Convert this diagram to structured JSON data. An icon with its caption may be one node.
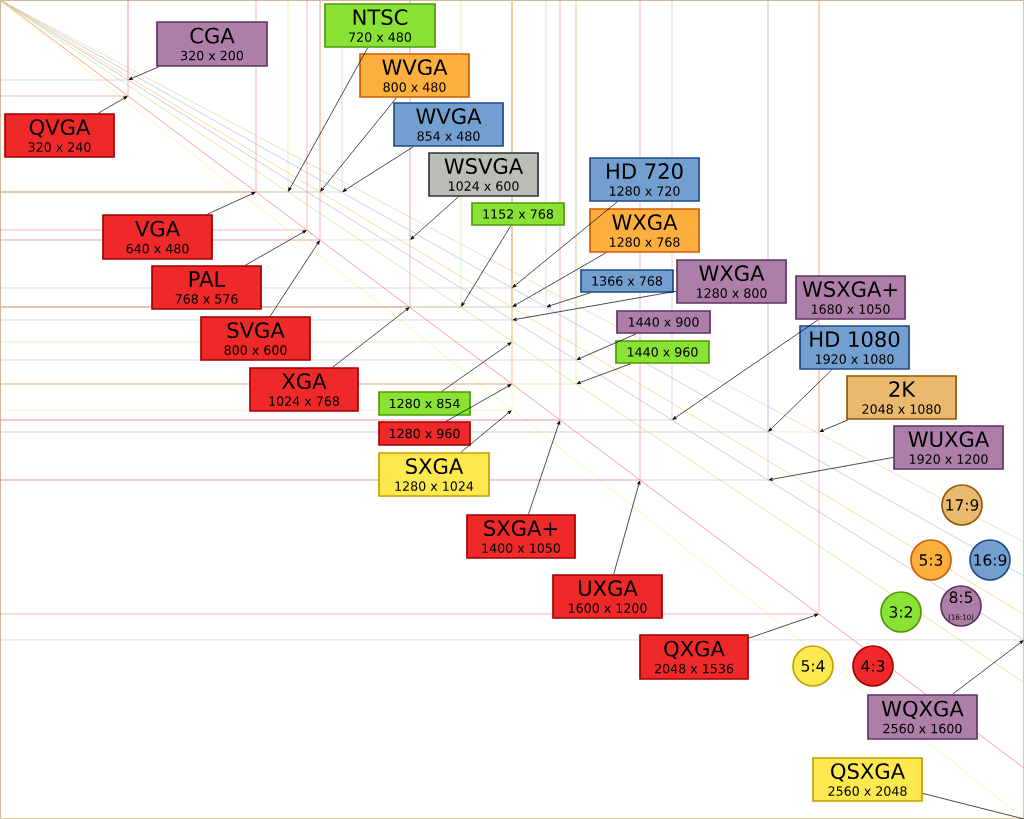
{
  "diagram": {
    "nodes": [
      {
        "text": [
          "CGA",
          "320 x 200"
        ]
      },
      {
        "text": [
          "NTSC",
          "720 x 480"
        ]
      },
      {
        "text": [
          "WVGA",
          "800 x 480"
        ]
      },
      {
        "text": [
          "QVGA",
          "320 x 240"
        ]
      },
      {
        "text": [
          "WVGA",
          "854 x 480"
        ]
      },
      {
        "text": [
          "WSVGA",
          "1024 x 600"
        ]
      },
      {
        "text": [
          "HD 720",
          "1280 x 720"
        ]
      },
      {
        "text": [
          "1152 x 768"
        ]
      },
      {
        "text": [
          "WXGA",
          "1280 x 768"
        ]
      },
      {
        "text": [
          "VGA",
          "640 x 480"
        ]
      },
      {
        "text": [
          "1366 x 768"
        ]
      },
      {
        "text": [
          "WXGA",
          "1280 x 800"
        ]
      },
      {
        "text": [
          "WSXGA+",
          "1680 x 1050"
        ]
      },
      {
        "text": [
          "PAL",
          "768 x 576"
        ]
      },
      {
        "text": [
          "1440 x 900"
        ]
      },
      {
        "text": [
          "HD 1080",
          "1920 x 1080"
        ]
      },
      {
        "text": [
          "SVGA",
          "800 x 600"
        ]
      },
      {
        "text": [
          "1440 x 960"
        ]
      },
      {
        "text": [
          "XGA",
          "1024 x 768"
        ]
      },
      {
        "text": [
          "2K",
          "2048 x 1080"
        ]
      },
      {
        "text": [
          "1280 x 854"
        ]
      },
      {
        "text": [
          "WUXGA",
          "1920 x 1200"
        ]
      },
      {
        "text": [
          "1280 x 960"
        ]
      },
      {
        "text": [
          "SXGA",
          "1280 x 1024"
        ]
      },
      {
        "text": [
          "17:9"
        ]
      },
      {
        "text": [
          "SXGA+",
          "1400 x 1050"
        ]
      },
      {
        "text": [
          "5:3"
        ]
      },
      {
        "text": [
          "16:9"
        ]
      },
      {
        "text": [
          "UXGA",
          "1600 x 1200"
        ]
      },
      {
        "text": [
          "3:2"
        ]
      },
      {
        "text": [
          "8:5",
          "(16:10)"
        ]
      },
      {
        "text": [
          "QXGA",
          "2048 x 1536"
        ]
      },
      {
        "text": [
          "5:4"
        ]
      },
      {
        "text": [
          "4:3"
        ]
      },
      {
        "text": [
          "WQXGA",
          "2560 x 1600"
        ]
      },
      {
        "text": [
          "QSXGA",
          "2560 x 2048"
        ]
      }
    ],
    "edges": [
      {
        "from": 0,
        "to": null,
        "arrow": "to"
      },
      {
        "from": 1,
        "to": null,
        "arrow": "to"
      },
      {
        "from": 2,
        "to": null,
        "arrow": "to"
      },
      {
        "from": 3,
        "to": null,
        "arrow": "to"
      },
      {
        "from": 4,
        "to": null,
        "arrow": "to"
      },
      {
        "from": 5,
        "to": null,
        "arrow": "to"
      },
      {
        "from": 6,
        "to": null,
        "arrow": "to"
      },
      {
        "from": 7,
        "to": null,
        "arrow": "to"
      },
      {
        "from": 8,
        "to": null,
        "arrow": "to"
      },
      {
        "from": 9,
        "to": null,
        "arrow": "to"
      },
      {
        "from": 10,
        "to": null,
        "arrow": "to"
      },
      {
        "from": 11,
        "to": null,
        "arrow": "to"
      },
      {
        "from": 12,
        "to": null,
        "arrow": "to"
      },
      {
        "from": 13,
        "to": null,
        "arrow": "to"
      },
      {
        "from": 14,
        "to": null,
        "arrow": "to"
      },
      {
        "from": 15,
        "to": null,
        "arrow": "to"
      },
      {
        "from": 16,
        "to": null,
        "arrow": "to"
      },
      {
        "from": 17,
        "to": null,
        "arrow": "to"
      },
      {
        "from": 18,
        "to": null,
        "arrow": "to"
      },
      {
        "from": 19,
        "to": null,
        "arrow": "to"
      },
      {
        "from": 20,
        "to": null,
        "arrow": "to"
      },
      {
        "from": 21,
        "to": null,
        "arrow": "to"
      },
      {
        "from": 22,
        "to": null,
        "arrow": "to"
      },
      {
        "from": 23,
        "to": null,
        "arrow": "to"
      },
      {
        "from": 25,
        "to": null,
        "arrow": "to"
      },
      {
        "from": 28,
        "to": null,
        "arrow": "to"
      },
      {
        "from": 31,
        "to": null,
        "arrow": "to"
      },
      {
        "from": 34,
        "to": null,
        "arrow": "to"
      },
      {
        "from": 35,
        "to": null,
        "arrow": "none"
      }
    ]
  }
}
